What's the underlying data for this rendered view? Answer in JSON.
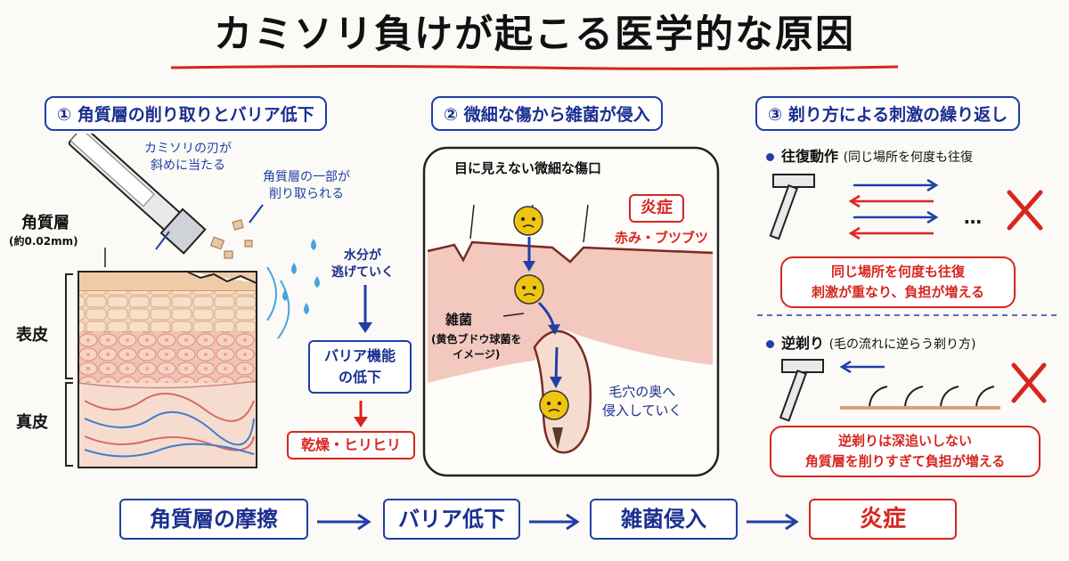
{
  "title": "カミソリ負けが起こる医学的な原因",
  "section1": {
    "heading": "① 角質層の削り取りとバリア低下",
    "razor_note": [
      "カミソリの刃が",
      "斜めに当たる"
    ],
    "scrape_note": [
      "角質層の一部が",
      "削り取られる"
    ],
    "layer_label": "角質層",
    "layer_thickness": "(約0.02mm)",
    "epidermis": "表皮",
    "dermis": "真皮",
    "water_note": [
      "水分が",
      "逃げていく"
    ],
    "barrier_box": [
      "バリア機能",
      "の低下"
    ],
    "result_box": "乾燥・ヒリヒリ"
  },
  "section2": {
    "heading": "② 微細な傷から雑菌が侵入",
    "wound_label": "目に見えない微細な傷口",
    "inflammation": "炎症",
    "symptom": "赤み・ブツブツ",
    "bacteria_label": "雑菌",
    "bacteria_sub": [
      "(黄色ブドウ球菌を",
      "イメージ)"
    ],
    "pore_note": [
      "毛穴の奥へ",
      "侵入していく"
    ]
  },
  "section3": {
    "heading": "③ 剃り方による刺激の繰り返し",
    "item1": {
      "title": "往復動作",
      "sub": "(同じ場所を何度も往復",
      "dots": "…",
      "note": [
        "同じ場所を何度も往復",
        "刺激が重なり、負担が増える"
      ]
    },
    "item2": {
      "title": "逆剃り",
      "sub": "(毛の流れに逆らう剃り方)",
      "note": [
        "逆剃りは深追いしない",
        "角質層を削りすぎて負担が増える"
      ]
    }
  },
  "flow": [
    "角質層の摩擦",
    "バリア低下",
    "雑菌侵入",
    "炎症"
  ],
  "colors": {
    "blue": "#1f3fa8",
    "red": "#d7261e",
    "skin": "#f3d6b8",
    "dermis": "#f6dccf"
  }
}
